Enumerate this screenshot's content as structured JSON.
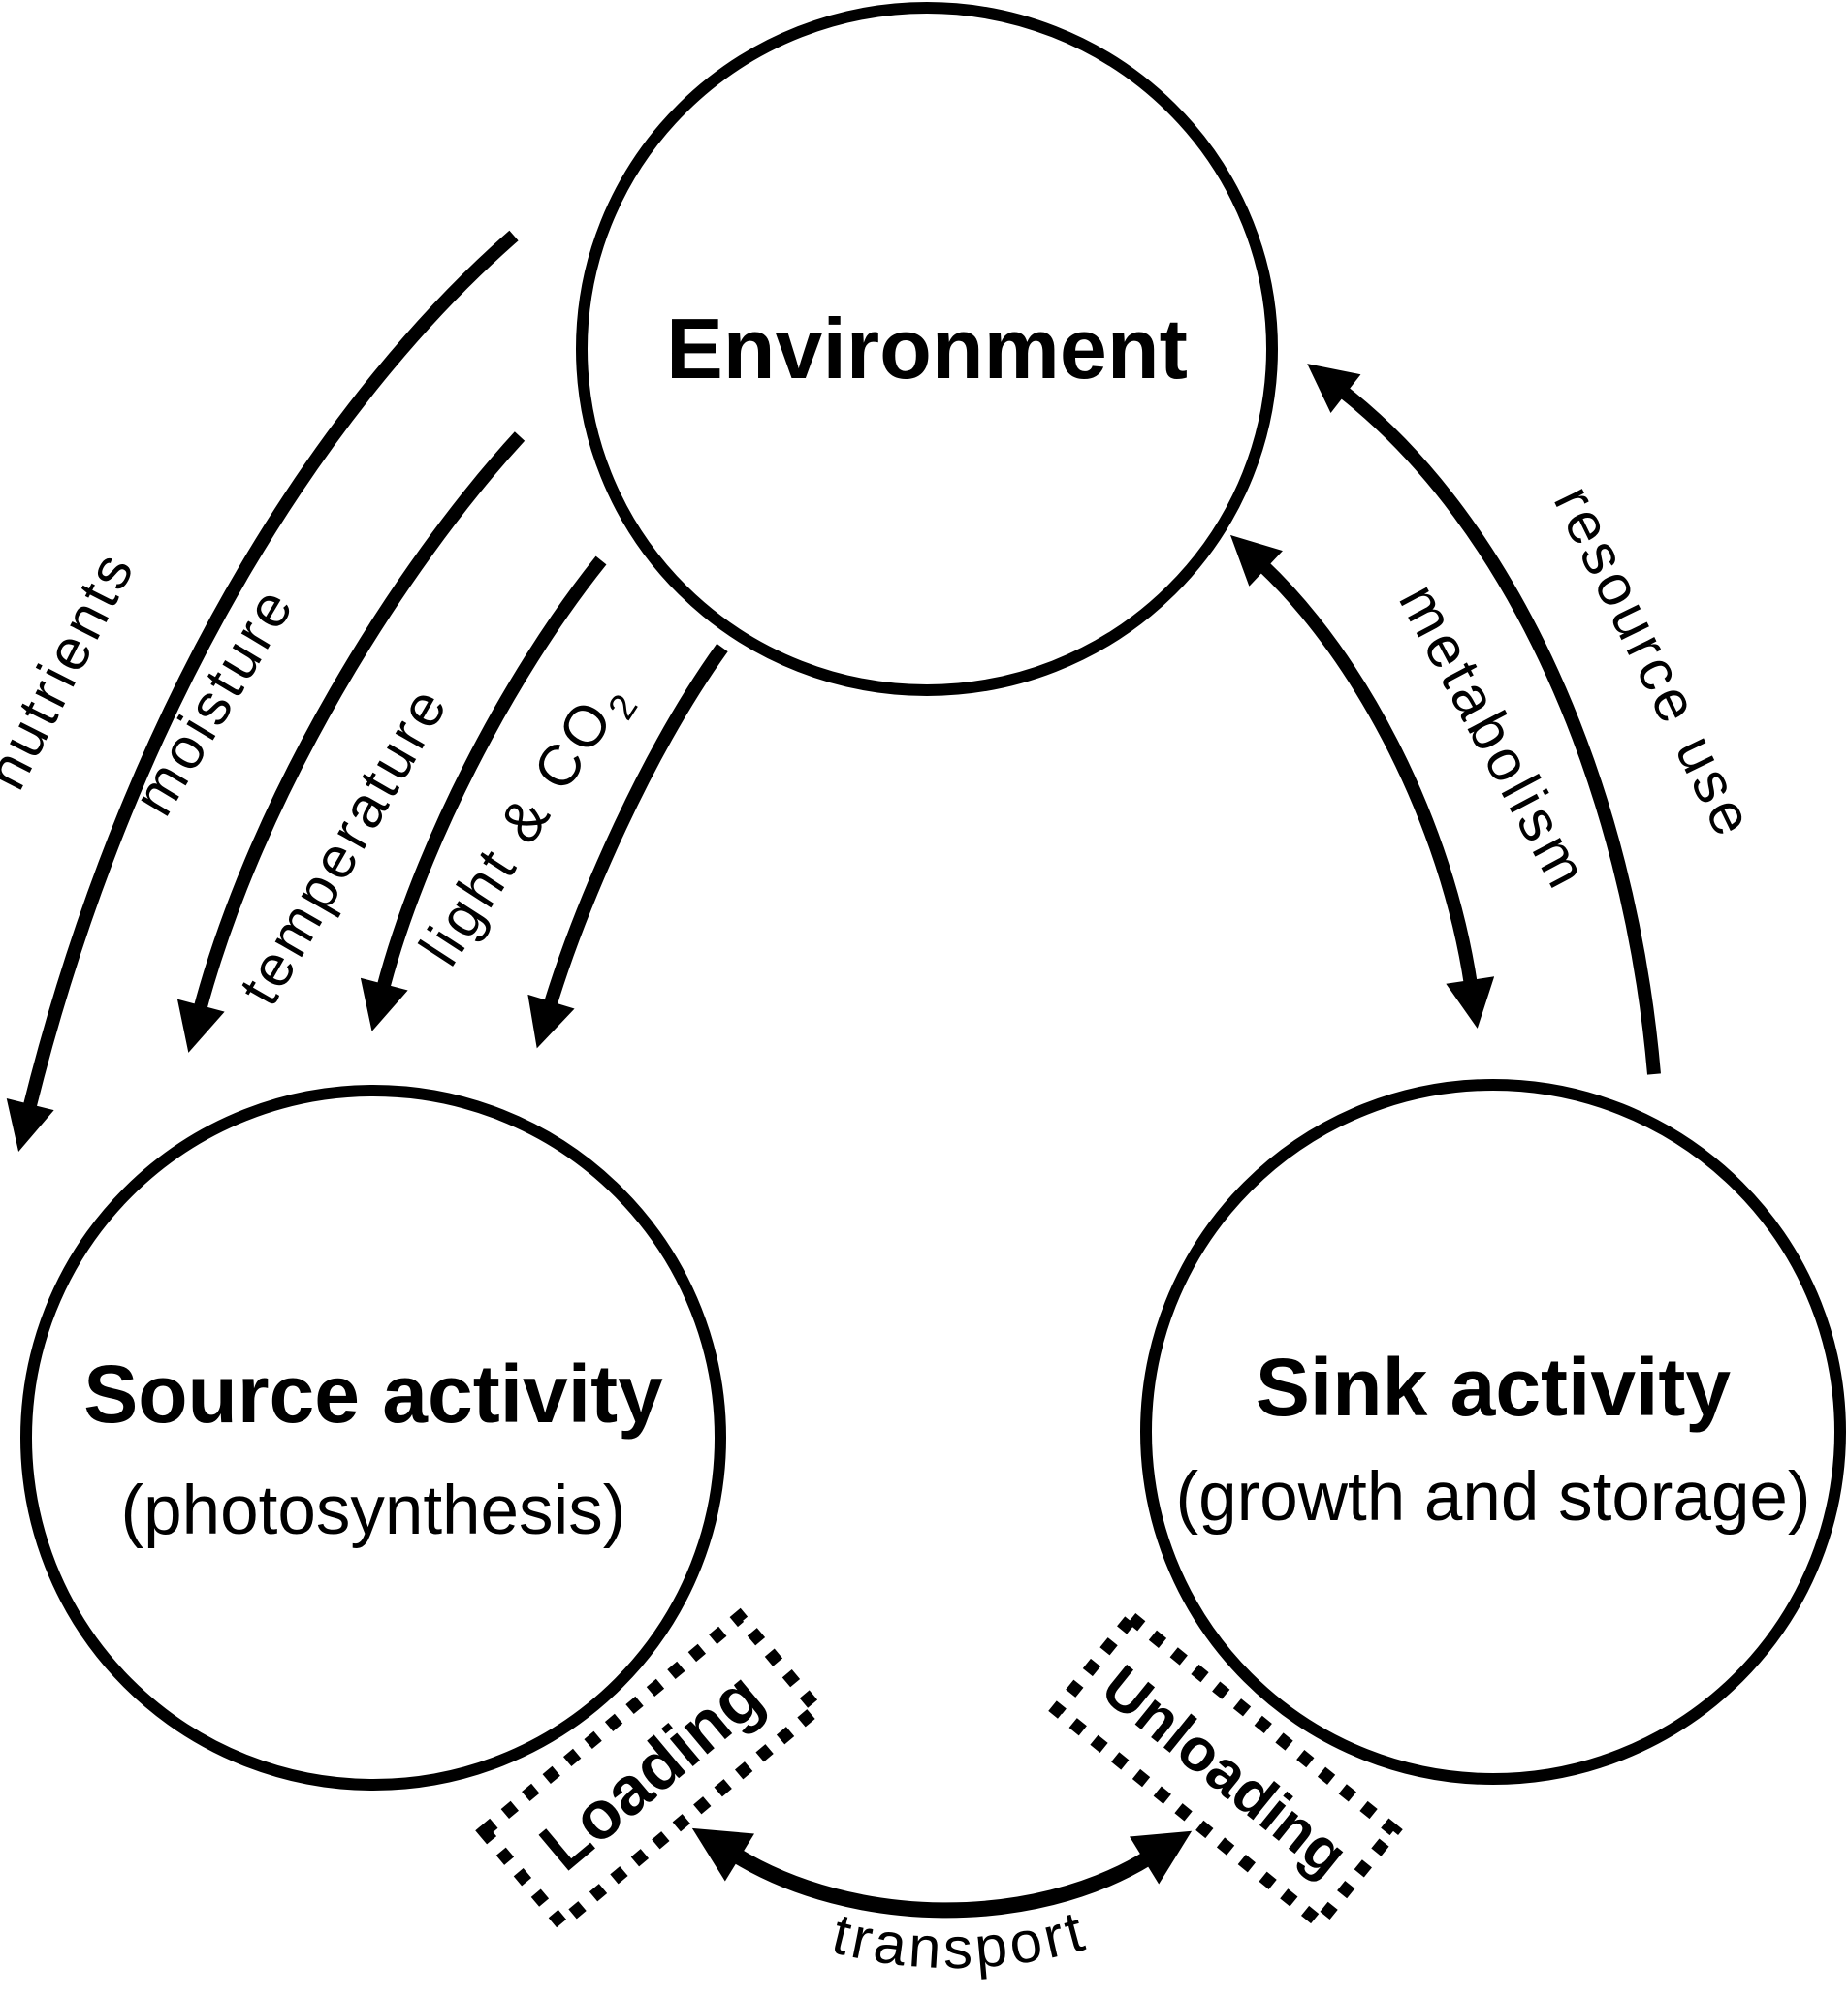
{
  "figure": {
    "background": "#ffffff",
    "ink": "#000000",
    "type": "source-sink-environment cycle diagram"
  },
  "nodes": {
    "environment": {
      "label": "Environment"
    },
    "source": {
      "title": "Source activity",
      "subtitle": "(photosynthesis)"
    },
    "sink": {
      "title": "Sink activity",
      "subtitle": "(growth and storage)"
    }
  },
  "env_to_source_arrows": [
    {
      "label": "nutrients"
    },
    {
      "label": "moisture"
    },
    {
      "label": "temperature"
    },
    {
      "label": "light & CO",
      "subscript": "2"
    }
  ],
  "sink_env_arrows": [
    {
      "label": "metabolism",
      "direction": "double-headed"
    },
    {
      "label": "resource use",
      "direction": "to-environment"
    }
  ],
  "transport": {
    "label": "transport",
    "loading_label": "Loading",
    "unloading_label": "Unloading",
    "direction": "double-headed"
  }
}
